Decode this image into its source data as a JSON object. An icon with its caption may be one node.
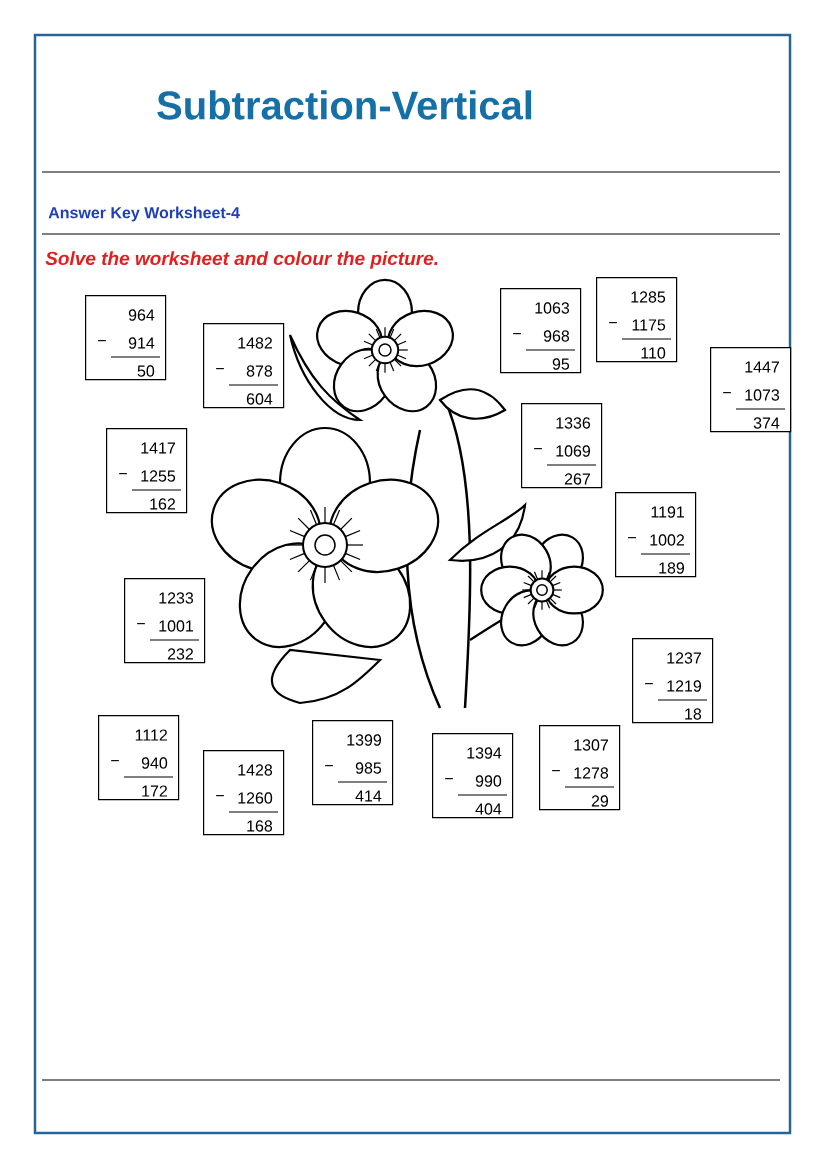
{
  "diagram": {
    "title": "Subtraction-Vertical",
    "nodes": [
      {
        "text": [
          "964",
          "−",
          "914",
          "50"
        ]
      },
      {
        "text": [
          "1482",
          "−",
          "878",
          "604"
        ]
      },
      {
        "text": [
          "1063",
          "−",
          "968",
          "95"
        ]
      },
      {
        "text": [
          "1285",
          "−",
          "1175",
          "110"
        ]
      },
      {
        "text": [
          "1447",
          "−",
          "1073",
          "374"
        ]
      },
      {
        "text": [
          "1417",
          "−",
          "1255",
          "162"
        ]
      },
      {
        "text": [
          "1336",
          "−",
          "1069",
          "267"
        ]
      },
      {
        "text": [
          "1191",
          "−",
          "1002",
          "189"
        ]
      },
      {
        "text": [
          "1233",
          "−",
          "1001",
          "232"
        ]
      },
      {
        "text": [
          "1237",
          "−",
          "1219",
          "18"
        ]
      },
      {
        "text": [
          "1112",
          "−",
          "940",
          "172"
        ]
      },
      {
        "text": [
          "1428",
          "−",
          "1260",
          "168"
        ]
      },
      {
        "text": [
          "1399",
          "−",
          "985",
          "414"
        ]
      },
      {
        "text": [
          "1394",
          "−",
          "990",
          "404"
        ]
      },
      {
        "text": [
          "1307",
          "−",
          "1278",
          "29"
        ]
      }
    ],
    "labels": [
      "Answer Key Worksheet-4",
      "Solve  the  worksheet   and  colour  the  picture."
    ]
  }
}
